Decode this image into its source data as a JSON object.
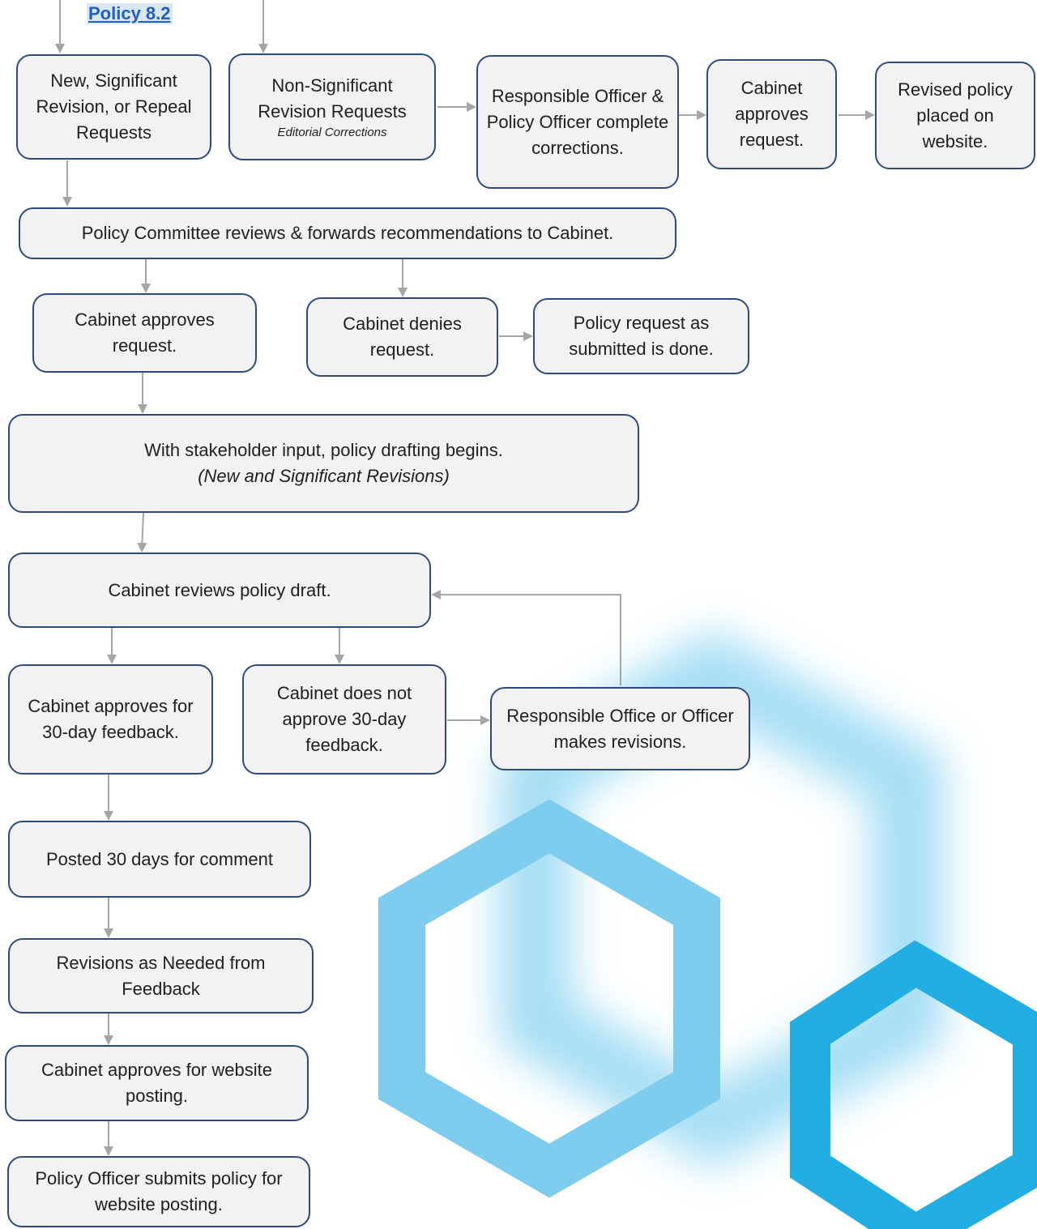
{
  "header": {
    "policy_link": "Policy 8.2"
  },
  "nodes": {
    "new_requests": "New, Significant Revision, or Repeal Requests",
    "non_significant": "Non-Significant Revision Requests",
    "non_significant_note": "Editorial Corrections",
    "officer_corrections": "Responsible Officer & Policy Officer complete corrections.",
    "cabinet_approves_top": "Cabinet approves request.",
    "revised_placed": "Revised policy placed on website.",
    "committee_reviews": "Policy Committee reviews & forwards recommendations to Cabinet.",
    "cabinet_approves_request": "Cabinet approves request.",
    "cabinet_denies": "Cabinet denies request.",
    "request_done": "Policy request as submitted is done.",
    "drafting_begins": "With stakeholder input, policy drafting begins.",
    "drafting_note": "(New and Significant Revisions)",
    "reviews_draft": "Cabinet reviews policy draft.",
    "approves_feedback": "Cabinet approves for 30-day feedback.",
    "not_approve_feedback": "Cabinet does not approve 30-day feedback.",
    "makes_revisions": "Responsible Office or Officer makes revisions.",
    "posted_comment": "Posted 30 days for comment",
    "revisions_needed": "Revisions as Needed from Feedback",
    "approves_website": "Cabinet approves for website posting.",
    "submits_policy": "Policy Officer submits policy for website posting."
  },
  "colors": {
    "box_fill": "#f2f2f2",
    "box_border": "#2f4b7c",
    "arrow": "#a6a6a6",
    "link": "#1f5fbf",
    "hexagon": "#29abe2"
  }
}
